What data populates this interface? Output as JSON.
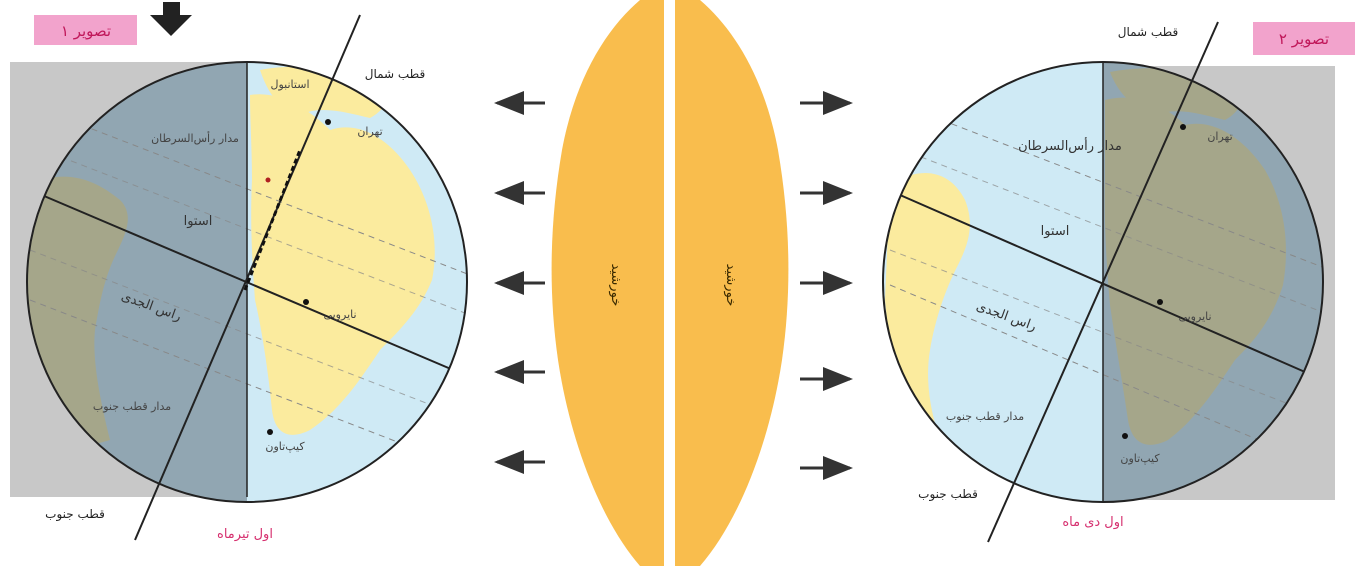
{
  "left_globe": {
    "badge": "تصویر ۱",
    "north_pole": "قطب شمال",
    "south_pole": "قطب جنوب",
    "tropic_cancer": "مدار رأس‌السرطان",
    "equator": "استوا",
    "tropic_capricorn": "راس الجدی",
    "antarctic_circle": "مدار قطب جنوب",
    "first_month": "اول تیرماه",
    "cities": [
      "تهران",
      "استانبول",
      "نایروبی",
      "کیپ‌تاون"
    ]
  },
  "right_globe": {
    "badge": "تصویر ۲",
    "north_pole": "قطب شمال",
    "south_pole": "قطب جنوب",
    "tropic_cancer": "مدار رأس‌السرطان",
    "equator": "استوا",
    "tropic_capricorn": "راس الجدی",
    "antarctic_circle": "مدار قطب جنوب",
    "first_month": "اول دی ماه",
    "cities": [
      "تهران",
      "نایروبی",
      "کیپ‌تاون"
    ]
  },
  "sun": {
    "left_half": "خورشید",
    "right_half": "خورشید"
  },
  "colors": {
    "badge_bg": "#f2a3cc",
    "sun_orange": "#f9bd4d",
    "ocean_lit": "#cfeaf5",
    "land_lit": "#fbeb9e",
    "night_overlay": "#8e9aa6",
    "pink_text": "#d6306f"
  }
}
